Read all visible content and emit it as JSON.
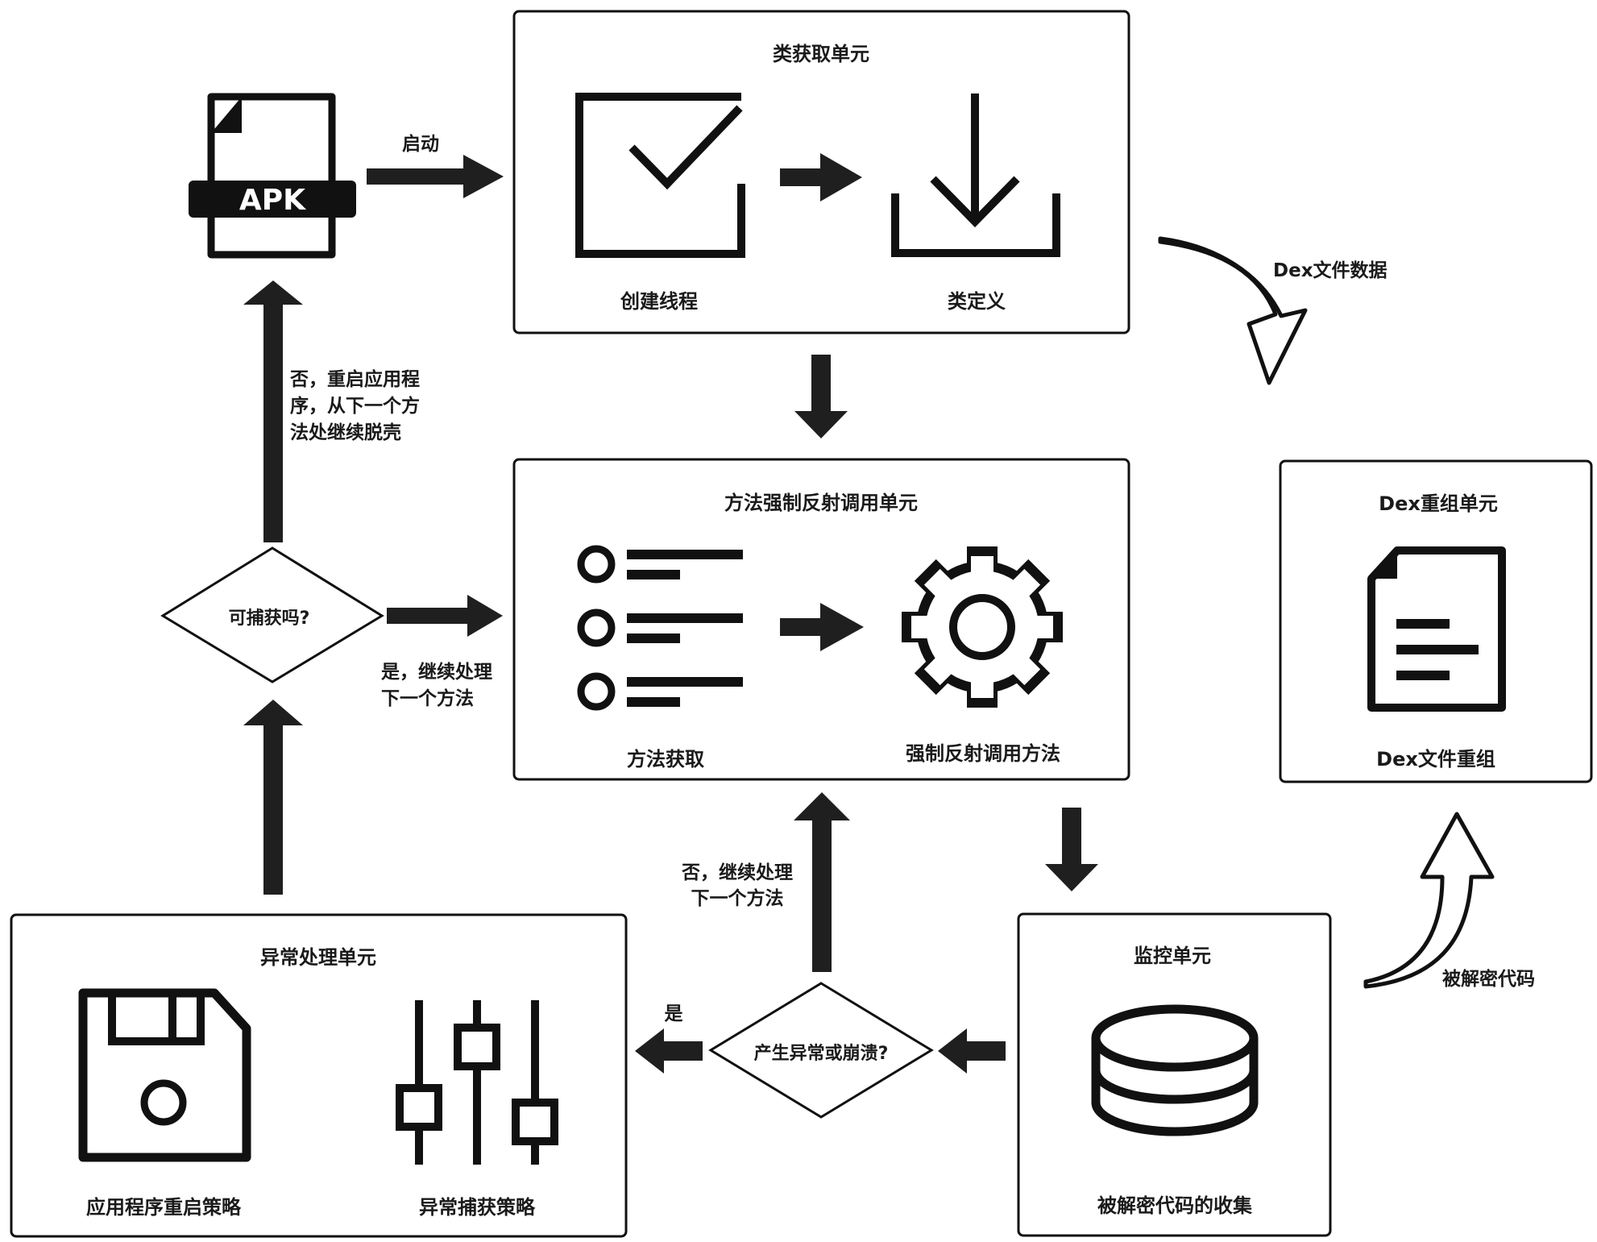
{
  "apk": {
    "label": "APK"
  },
  "edges": {
    "launch": "启动",
    "dex_data": "Dex文件数据",
    "decrypted_code": "被解密代码",
    "restart_line1": "否，重启应用程",
    "restart_line2": "序，从下一个方",
    "restart_line3": "法处继续脱壳",
    "yes_continue_line1": "是，继续处理",
    "yes_continue_line2": "下一个方法",
    "no_continue_line1": "否，继续处理",
    "no_continue_line2": "下一个方法",
    "yes": "是"
  },
  "units": {
    "class_acquire": {
      "title": "类获取单元",
      "left_label": "创建线程",
      "right_label": "类定义"
    },
    "method_invoke": {
      "title": "方法强制反射调用单元",
      "left_label": "方法获取",
      "right_label": "强制反射调用方法"
    },
    "dex_rebuild": {
      "title": "Dex重组单元",
      "label": "Dex文件重组"
    },
    "monitor": {
      "title": "监控单元",
      "label": "被解密代码的收集"
    },
    "exception": {
      "title": "异常处理单元",
      "left_label": "应用程序重启策略",
      "right_label": "异常捕获策略"
    }
  },
  "decisions": {
    "catchable": "可捕获吗?",
    "crash": "产生异常或崩溃?"
  }
}
